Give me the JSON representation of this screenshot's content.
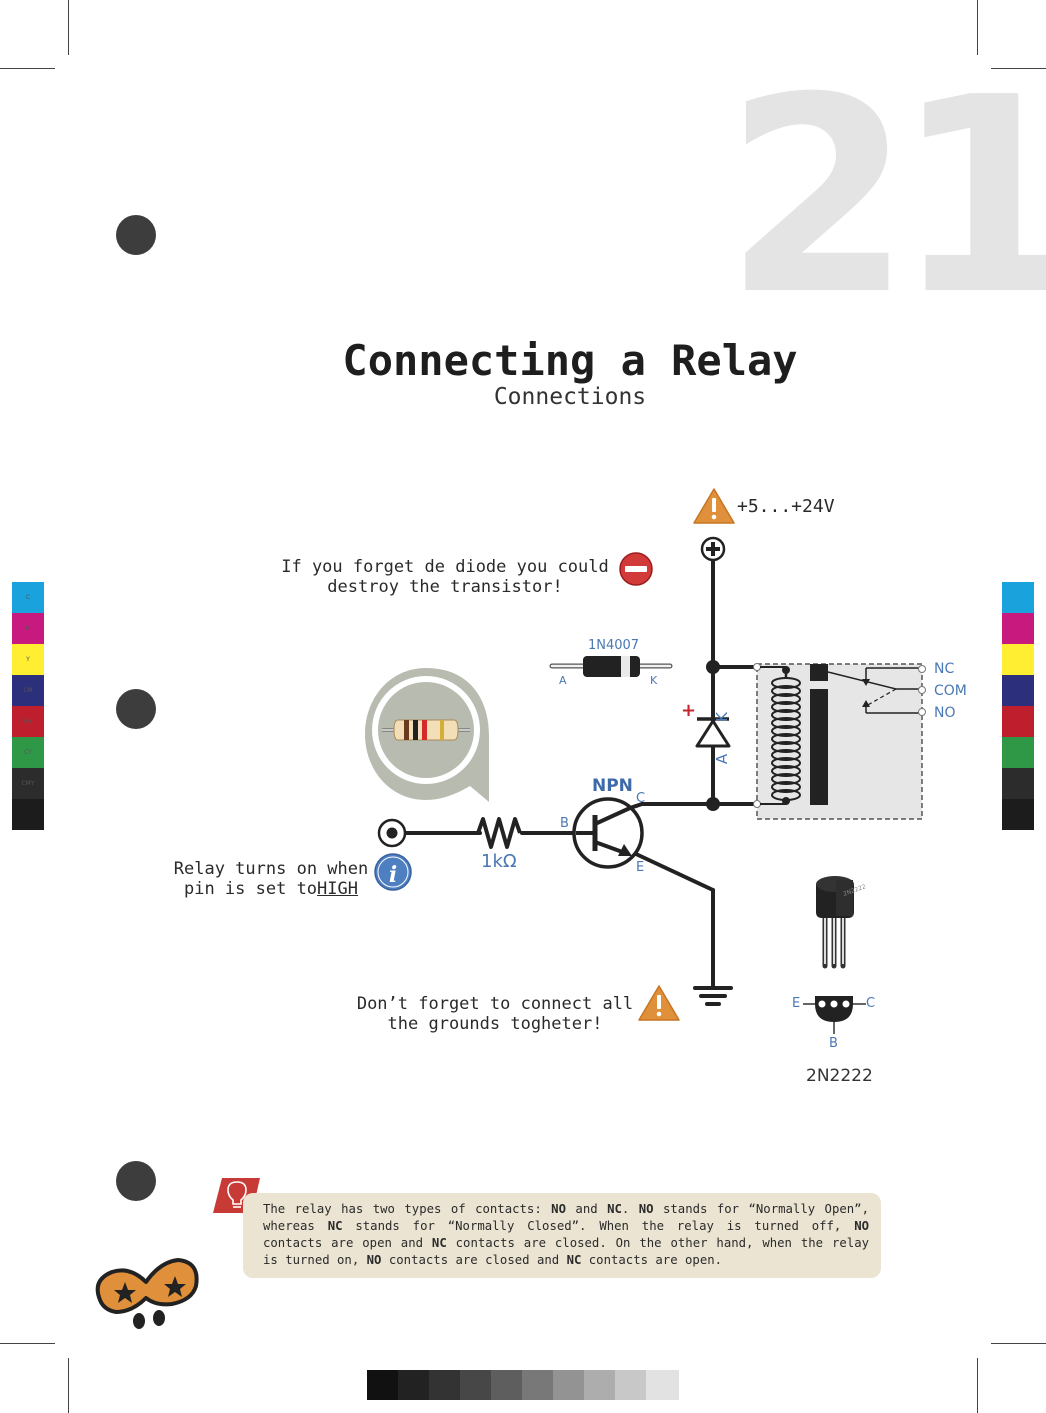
{
  "page": {
    "number": "21",
    "title": "Connecting a Relay",
    "subtitle": "Connections"
  },
  "notes": {
    "voltage": "+5...+24V",
    "diode_warning_line1": "If you forget de diode you could",
    "diode_warning_line2": "destroy the transistor!",
    "pin_info_line1": "Relay turns on when",
    "pin_info_line2_prefix": "pin is set to",
    "pin_info_high": "HIGH",
    "ground_line1": "Don’t forget to connect all",
    "ground_line2": "the grounds togheter!"
  },
  "labels": {
    "diode_part": "1N4007",
    "diode_anode": "A",
    "diode_cathode": "K",
    "schematic_diode_a": "A",
    "schematic_diode_k": "K",
    "plus_sign": "+",
    "transistor_type": "NPN",
    "transistor_c": "C",
    "transistor_b": "B",
    "transistor_e": "E",
    "resistor_value": "1kΩ",
    "relay_nc": "NC",
    "relay_com": "COM",
    "relay_no": "NO",
    "pinout_e": "E",
    "pinout_c": "C",
    "pinout_b": "B",
    "pinout_part": "2N2222",
    "package_marking": "2N2222"
  },
  "tip": {
    "t1": "The relay has two types of contacts: ",
    "b1": "NO",
    "t2": " and ",
    "b2": "NC",
    "t3": ". ",
    "b3": "NO",
    "t4": " stands for “Normally Open”, whereas ",
    "b4": "NC",
    "t5": " stands for “Normally Closed”. When the relay is turned off, ",
    "b5": "NO",
    "t6": " contacts are open and ",
    "b6": "NC",
    "t7": " contacts are closed. On the other hand, when the relay is turned on, ",
    "b7": "NO",
    "t8": " contacts are closed and ",
    "b8": "NC",
    "t9": " contacts are open."
  },
  "color_bar_labels": [
    "C",
    "M",
    "Y",
    "CM",
    "MY",
    "CY",
    "CMY",
    ""
  ],
  "colors": {
    "accent_blue": "#4a78b5",
    "warning_orange": "#e0903a",
    "danger_red": "#d23a3a",
    "tip_bg": "#ebe4d3",
    "info_blue": "#4e7fc0"
  }
}
